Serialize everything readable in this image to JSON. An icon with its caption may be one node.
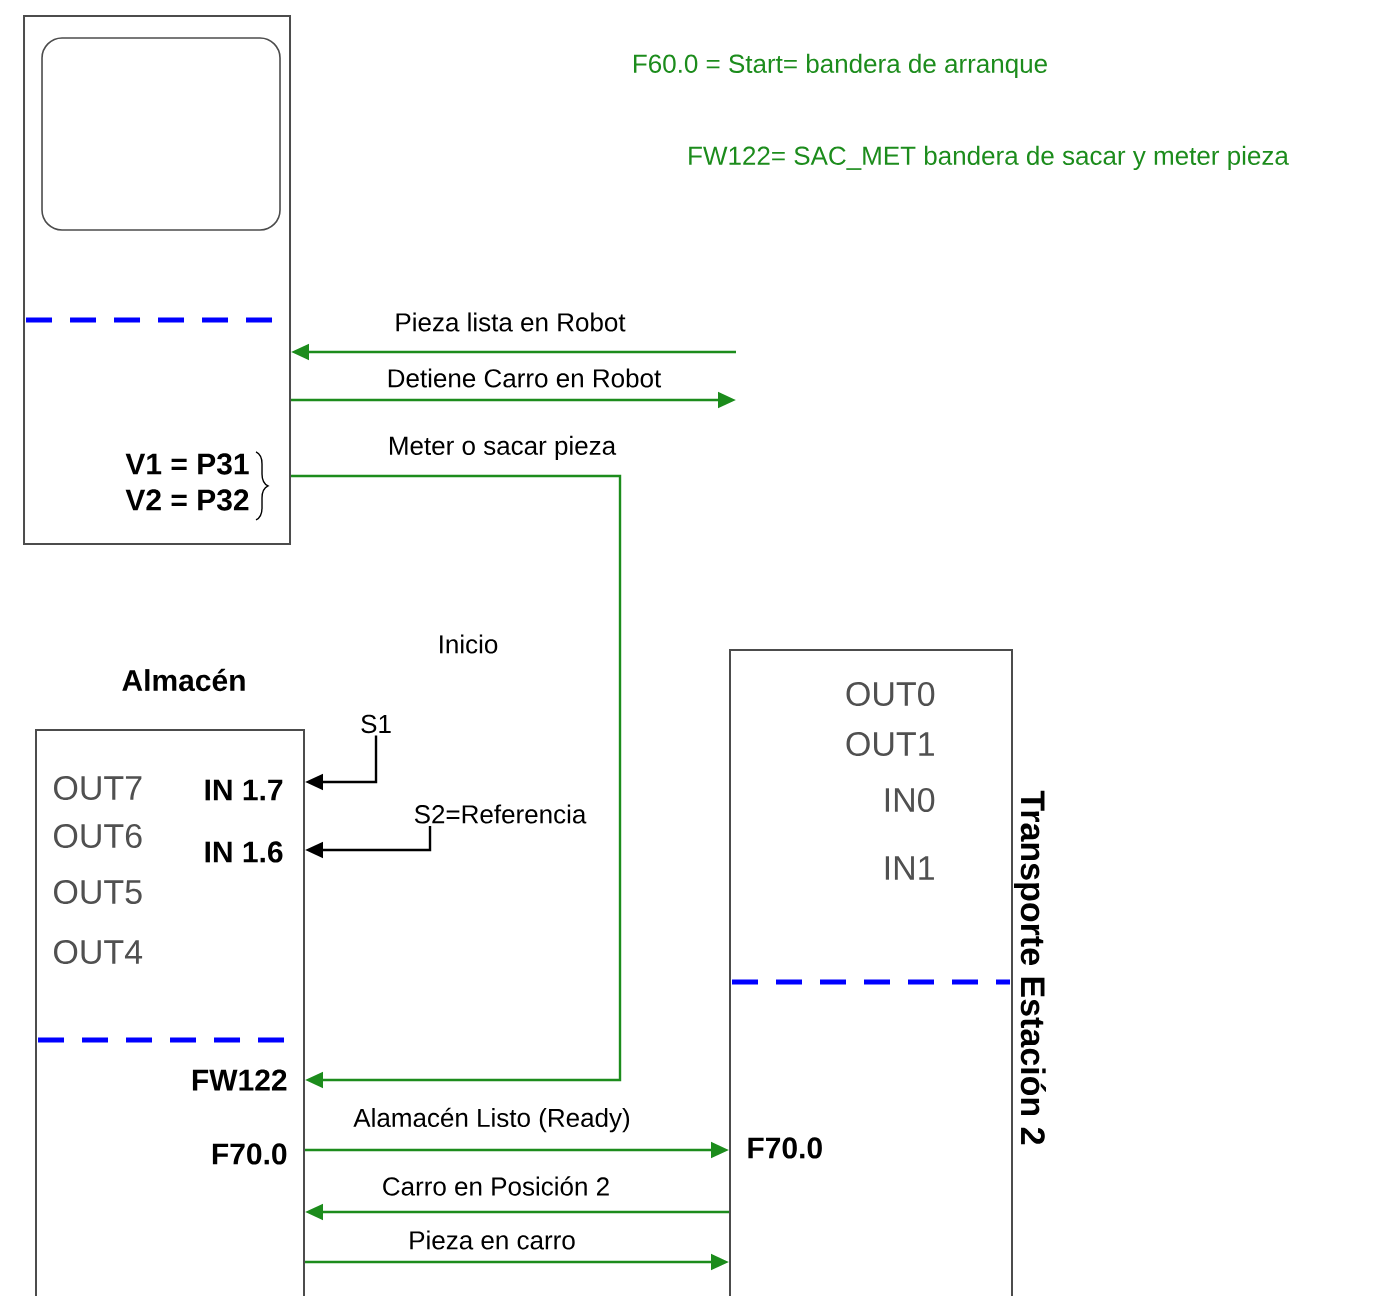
{
  "diagram": {
    "nodes": [
      {
        "text": [
          "V1 = P31",
          "V2 = P32"
        ]
      },
      {
        "text": [
          "Almacén",
          "OUT7",
          "IN 1.7",
          "OUT6",
          "IN 1.6",
          "OUT5",
          "OUT4",
          "FW122",
          "F70.0"
        ]
      },
      {
        "text": [
          "OUT0",
          "OUT1",
          "IN0",
          "IN1",
          "F70.0",
          "Transporte Estación 2"
        ]
      },
      {
        "text": [
          "S1"
        ]
      },
      {
        "text": [
          "S2=Referencia"
        ]
      }
    ],
    "edges": [
      {
        "from": null,
        "to": 0,
        "arrow": "to",
        "label": "Pieza lista en Robot"
      },
      {
        "from": 0,
        "to": null,
        "arrow": "to",
        "label": "Detiene Carro en Robot"
      },
      {
        "from": 0,
        "to": 1,
        "arrow": "to",
        "label": "Meter o sacar pieza"
      },
      {
        "from": 3,
        "to": 1,
        "arrow": "to",
        "color": "#000000"
      },
      {
        "from": 4,
        "to": 1,
        "arrow": "to",
        "color": "#000000"
      },
      {
        "from": 1,
        "to": 2,
        "arrow": "to",
        "label": "Alamacén Listo (Ready)"
      },
      {
        "from": 2,
        "to": 1,
        "arrow": "to",
        "label": "Carro en Posición 2"
      },
      {
        "from": 1,
        "to": 2,
        "arrow": "to",
        "label": "Pieza en carro"
      }
    ],
    "labels": [
      "F60.0 = Start= bandera de arranque",
      "FW122= SAC_MET bandera de sacar y meter pieza",
      "Inicio"
    ]
  }
}
